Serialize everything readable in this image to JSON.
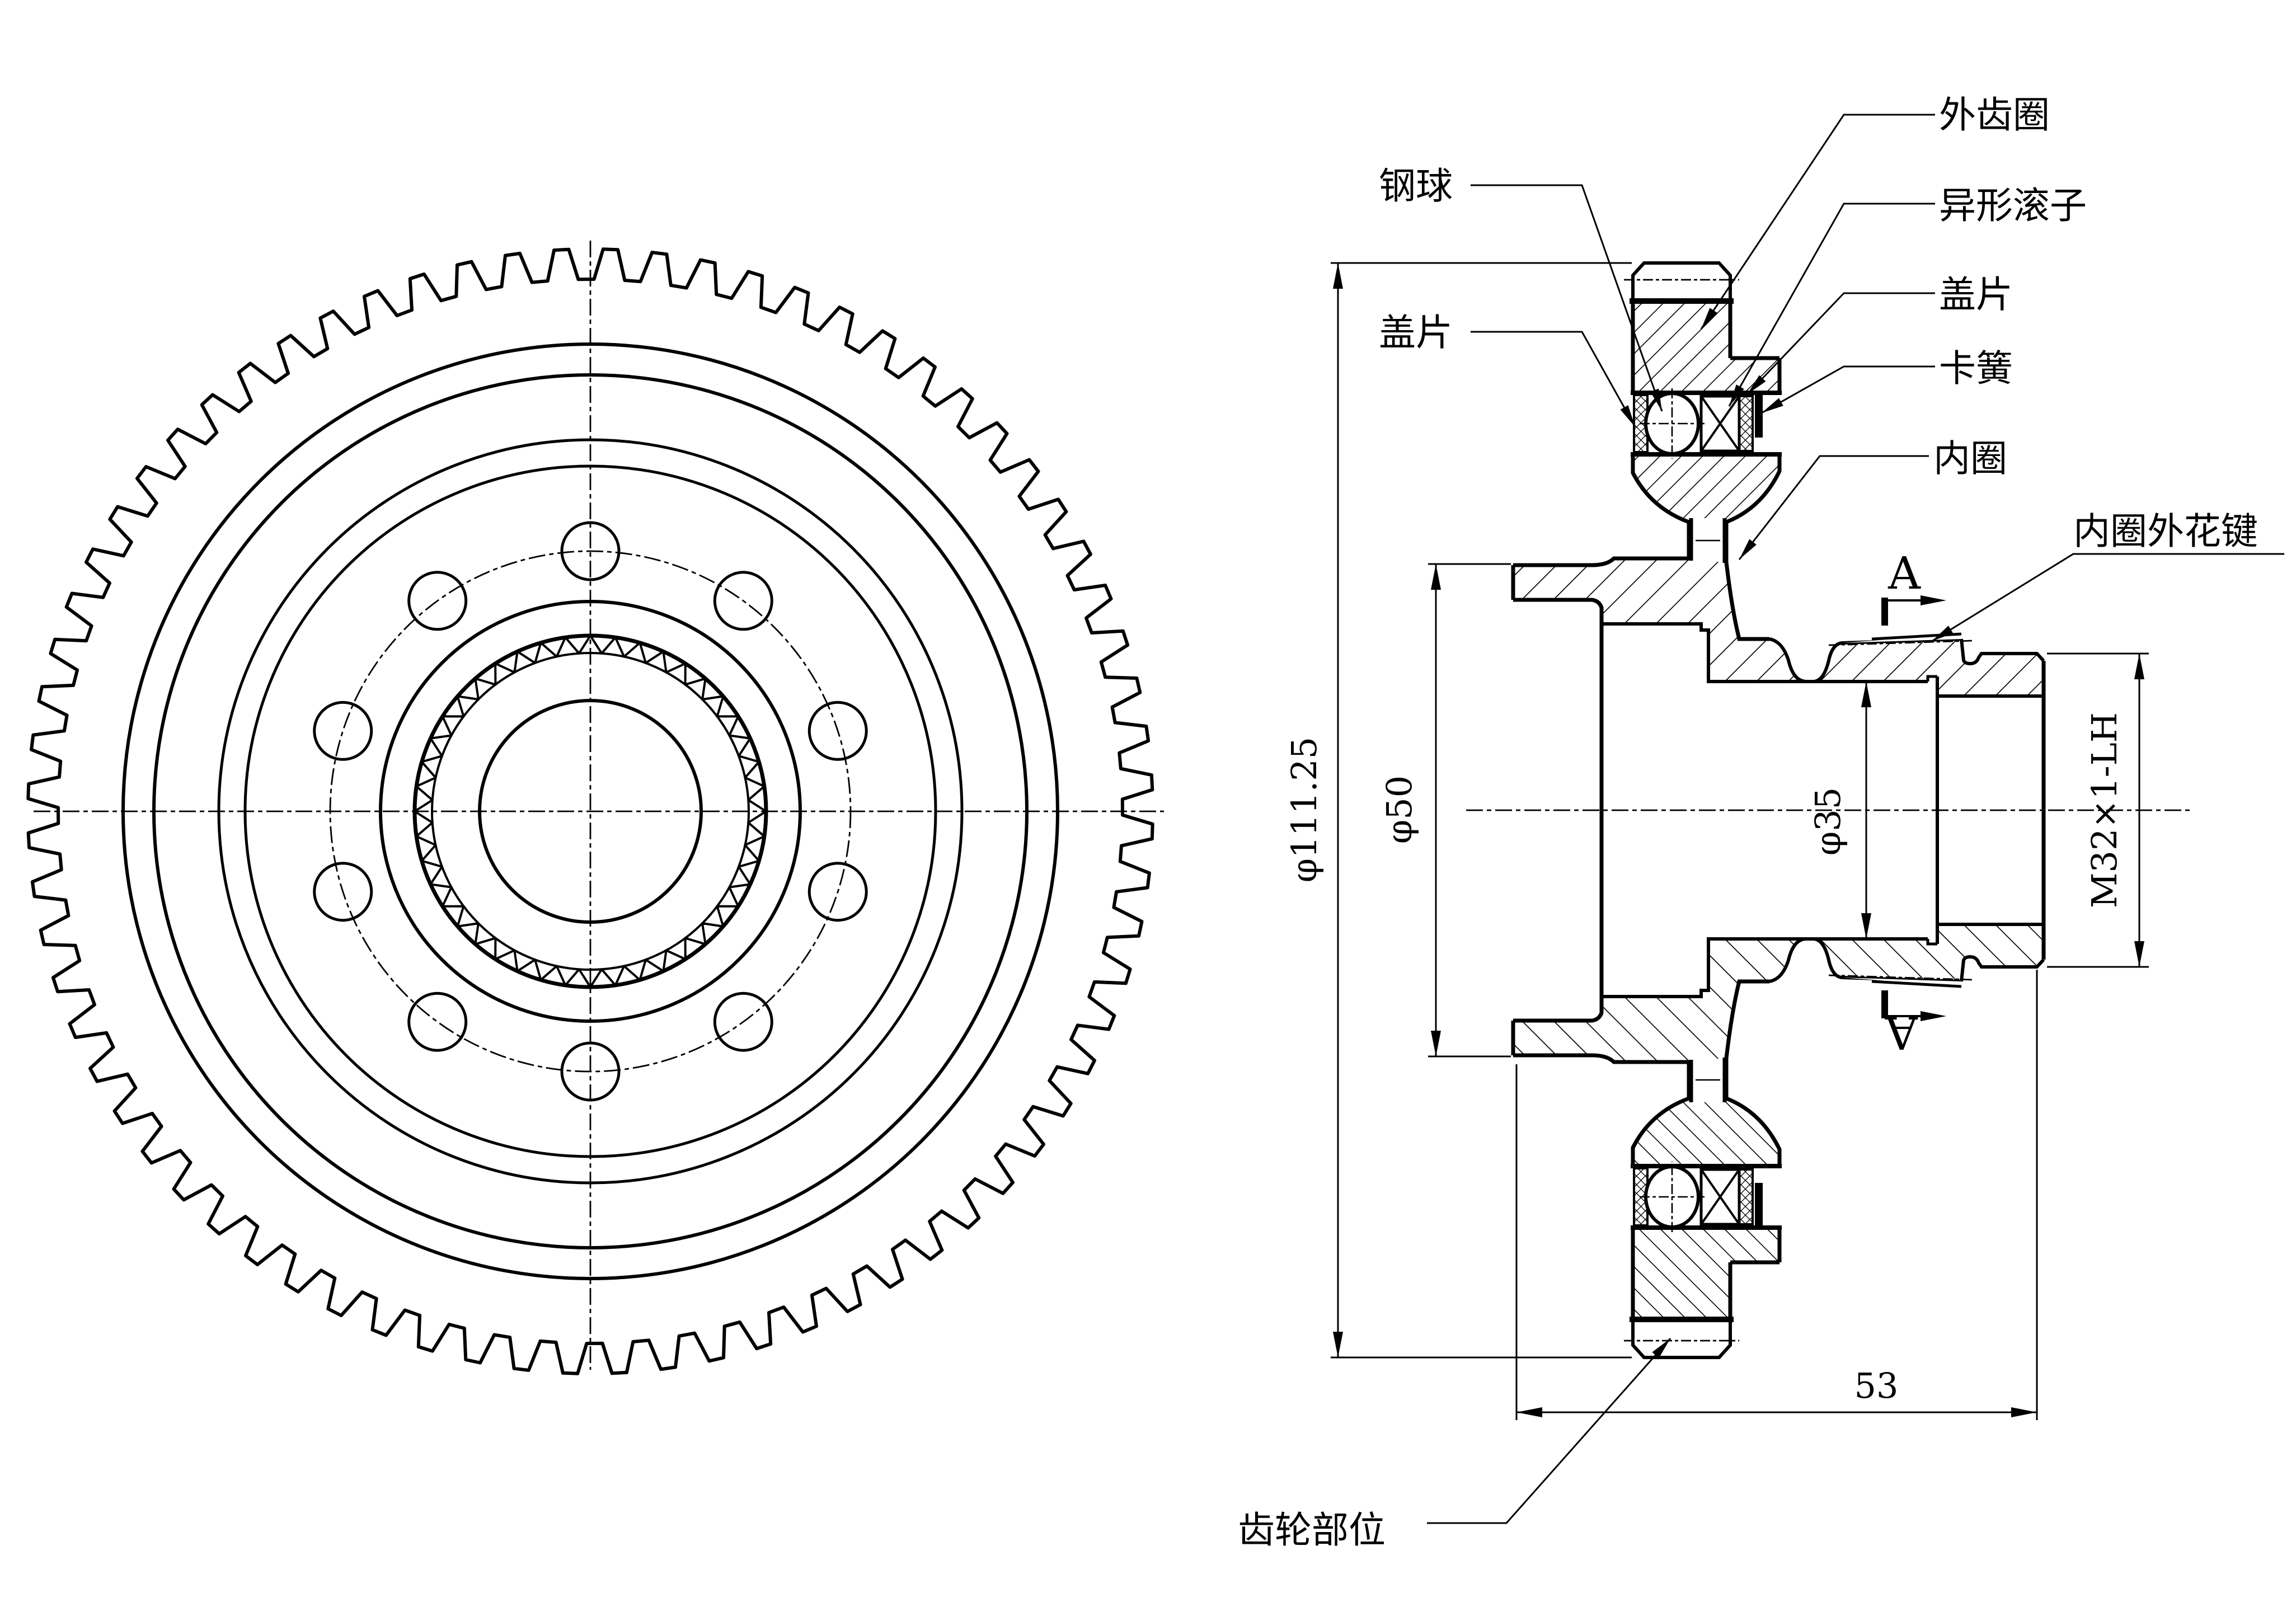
{
  "drawing": {
    "labels": {
      "steel_ball": "钢球",
      "cover_left": "盖片",
      "outer_gear_ring": "外齿圈",
      "shaped_roller": "异形滚子",
      "cover_right": "盖片",
      "circlip": "卡簧",
      "inner_ring": "内圈",
      "inner_ring_spline": "内圈外花键",
      "gear_section": "齿轮部位"
    },
    "dimensions": {
      "outer_diameter": "φ111.25",
      "flange_diameter": "φ50",
      "bore_diameter": "φ35",
      "thread_spec": "M32×1-LH",
      "overall_length": "53"
    },
    "section_label": "A",
    "colors": {
      "line": "#000000",
      "background": "#ffffff"
    },
    "gear": {
      "tooth_count": 72,
      "bolt_hole_count": 10,
      "spline_tooth_count": 44,
      "hole_radius": 51,
      "bolt_circle_radius": 465
    }
  }
}
